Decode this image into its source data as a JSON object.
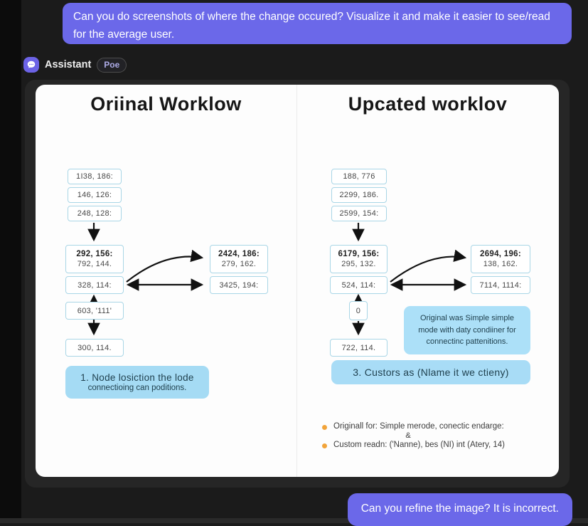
{
  "chat": {
    "user_message_top": "Can you do screenshots of where the change occured? Visualize it and make it easier to see/read for the average user.",
    "assistant_label": "Assistant",
    "bot_badge": "Poe",
    "user_message_bottom": "Can you refine the image? It is incorrect."
  },
  "colors": {
    "bubble_purple": "#6b68e9",
    "box_border_blue": "#a9d6e6",
    "note_blue": "#a5dbf4",
    "bullet_orange": "#f2a43a"
  },
  "diagram_left": {
    "title": "Oriinal Worklow",
    "top_boxes": [
      "1I38, 186:",
      "146, 126:",
      "248, 128:"
    ],
    "main_box": {
      "line1": "292, 156:",
      "line2": "792, 144."
    },
    "hub_box": "328, 114:",
    "branch_box": {
      "line1": "2424, 186:",
      "line2": "279, 162."
    },
    "branch_box2": "3425, 194:",
    "mid_box": "603, '111'",
    "bottom_box": "300, 114.",
    "note": {
      "line1": "1. Node losiction the lode",
      "line2": "connectioing can poditions."
    }
  },
  "diagram_right": {
    "title": "Upcated worklov",
    "top_boxes": [
      "188, 776",
      "2299, 186.",
      "2599, 154:"
    ],
    "main_box": {
      "line1": "6179, 156:",
      "line2": "295, 132."
    },
    "hub_box": "524, 114:",
    "branch_box": {
      "line1": "2694, 196:",
      "line2": "138, 162."
    },
    "branch_box2": "7114, 1114:",
    "zero_box": "0",
    "bottom_box": "722, 114.",
    "side_note": "Original was Simple simple mode with daty condiiner for connectinc pattenitions.",
    "callout": "3. Custors as (Nlame it we ctieny)",
    "bullet1": "Originall for: Simple merode, conectic endarge:",
    "ampersand": "&",
    "bullet2": "Custom readn: ('Nanne), bes (NI) int (Atery, 14)"
  }
}
